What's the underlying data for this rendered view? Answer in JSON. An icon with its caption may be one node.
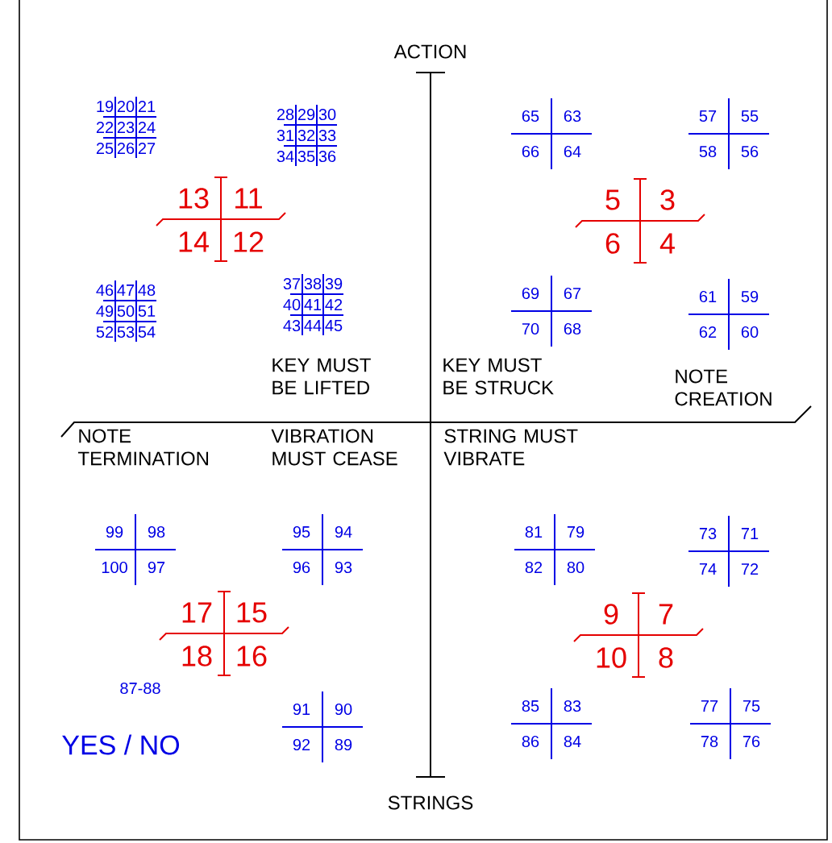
{
  "diagram": {
    "labels": [
      "ACTION",
      "19",
      "20",
      "21",
      "22",
      "23",
      "24",
      "25",
      "26",
      "27",
      "28",
      "29",
      "30",
      "31",
      "32",
      "33",
      "34",
      "35",
      "36",
      "65",
      "63",
      "66",
      "64",
      "57",
      "55",
      "58",
      "56",
      "13",
      "11",
      "14",
      "12",
      "5",
      "3",
      "6",
      "4",
      "46",
      "47",
      "48",
      "49",
      "50",
      "51",
      "52",
      "53",
      "54",
      "37",
      "38",
      "39",
      "40",
      "41",
      "42",
      "43",
      "44",
      "45",
      "69",
      "67",
      "70",
      "68",
      "61",
      "59",
      "62",
      "60",
      "KEY MUST BE LIFTED",
      "KEY MUST BE STRUCK",
      "NOTE CREATION",
      "NOTE TERMINATION",
      "VIBRATION MUST CEASE",
      "STRING MUST VIBRATE",
      "99",
      "98",
      "100",
      "97",
      "95",
      "94",
      "96",
      "93",
      "81",
      "79",
      "82",
      "80",
      "73",
      "71",
      "74",
      "72",
      "17",
      "15",
      "18",
      "16",
      "9",
      "7",
      "10",
      "8",
      "87-88",
      "91",
      "90",
      "92",
      "89",
      "85",
      "83",
      "86",
      "84",
      "77",
      "75",
      "78",
      "76",
      "YES / NO",
      "STRINGS"
    ]
  }
}
